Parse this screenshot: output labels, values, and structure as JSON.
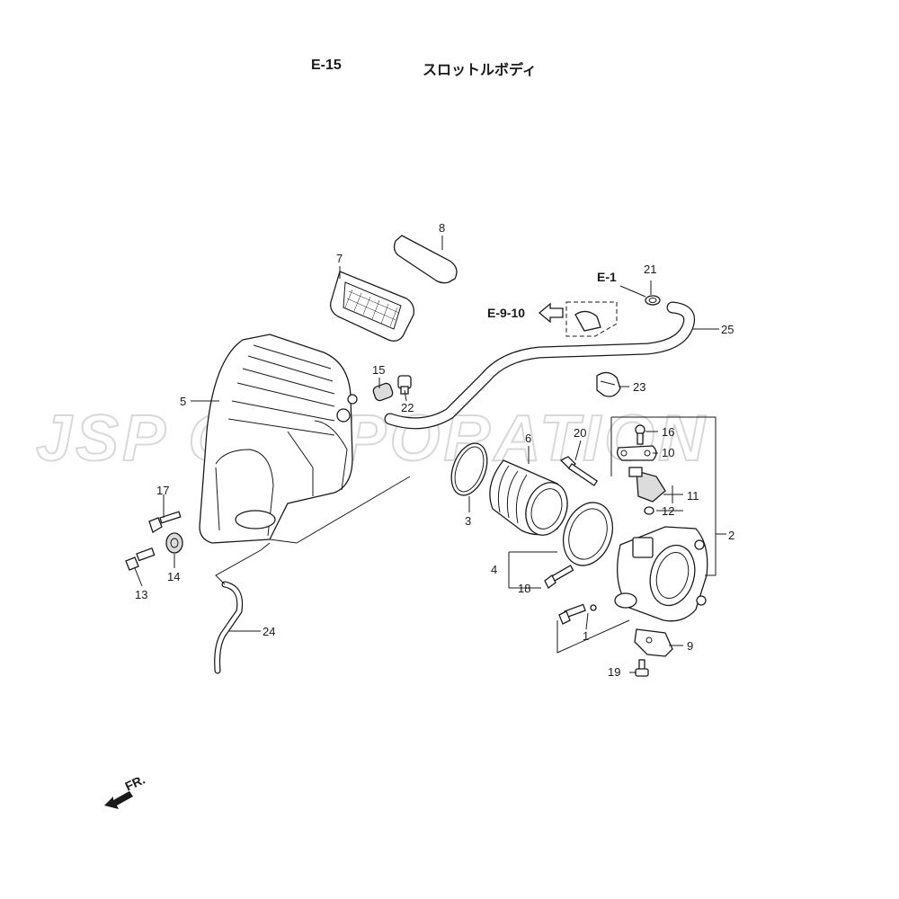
{
  "header": {
    "section_code": "E-15",
    "section_title": "スロットルボディ"
  },
  "watermark": {
    "text": "JSP CORPORATION"
  },
  "references": [
    {
      "id": "ref-e1",
      "label": "E-1"
    },
    {
      "id": "ref-e9-10",
      "label": "E-9-10"
    }
  ],
  "orientation": {
    "label": "FR."
  },
  "callouts": [
    "1",
    "2",
    "3",
    "4",
    "5",
    "6",
    "7",
    "8",
    "9",
    "10",
    "11",
    "12",
    "13",
    "14",
    "15",
    "16",
    "17",
    "18",
    "19",
    "20",
    "21",
    "22",
    "23",
    "24",
    "25"
  ],
  "colors": {
    "line": "#1a1a1a",
    "watermark": "#d8d8d8",
    "background": "#ffffff"
  }
}
